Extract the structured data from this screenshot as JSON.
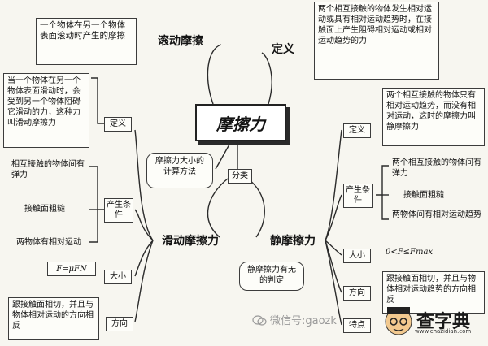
{
  "center": {
    "title": "摩擦力"
  },
  "rolling": {
    "label": "滚动摩擦",
    "definition": "一个物体在另一个物体表面滚动时产生的摩擦"
  },
  "definition_top": {
    "label": "定义",
    "text": "两个相互接触的物体发生相对运动或具有相对运动趋势时，在接触面上产生阻碍相对运动或相对运动趋势的力"
  },
  "sliding": {
    "label": "滑动摩擦力",
    "definition_label": "定义",
    "definition_text": "当一个物体在另一个物体表面滑动时，会受到另一个物体阻碍它滑动的力，这种力叫滑动摩擦力",
    "conditions_label": "产生条件",
    "conditions": [
      "相互接触的物体间有弹力",
      "接触面粗糙",
      "两物体有相对运动"
    ],
    "magnitude_label": "大小",
    "magnitude_formula": "F=μFN",
    "direction_label": "方向",
    "direction_text": "跟接触面相切，并且与物体相对运动的方向相反"
  },
  "classify": {
    "label": "分类"
  },
  "calc_bubble": {
    "text": "摩擦力大小的计算方法"
  },
  "static": {
    "label": "静摩擦力",
    "definition_label": "定义",
    "definition_text": "两个相互接触的物体只有相对运动趋势，而没有相对运动，这时的摩擦力叫静摩擦力",
    "conditions_label": "产生条件",
    "conditions": [
      "两个相互接触的物体间有弹力",
      "接触面粗糙",
      "两物体间有相对运动趋势"
    ],
    "magnitude_label": "大小",
    "magnitude_formula": "0<F≤Fmax",
    "direction_label": "方向",
    "direction_text": "跟接触面相切，并且与物体相对运动趋势的方向相反",
    "feature_label": "特点",
    "judge_bubble": "静摩擦力有无的判定"
  },
  "watermark": {
    "text": "微信号:gaozk"
  },
  "logo": {
    "name": "查字典",
    "url": "www.chazidian.com"
  },
  "colors": {
    "line": "#2b2b2b",
    "box_border": "#3c3c3c",
    "background": "#f7f6f0"
  }
}
